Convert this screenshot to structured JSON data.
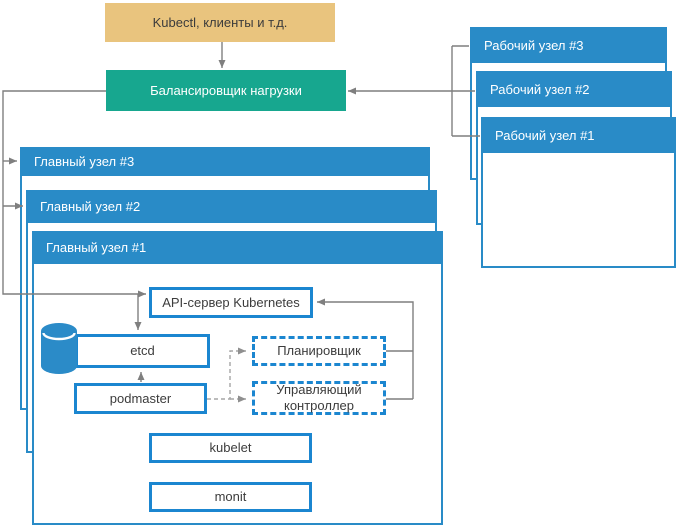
{
  "client": {
    "label": "Kubectl, клиенты и т.д."
  },
  "load_balancer": {
    "label": "Балансировщик нагрузки"
  },
  "masters": [
    {
      "label": "Главный узел #3"
    },
    {
      "label": "Главный узел #2"
    },
    {
      "label": "Главный узел #1"
    }
  ],
  "workers": [
    {
      "label": "Рабочий узел #3"
    },
    {
      "label": "Рабочий узел #2"
    },
    {
      "label": "Рабочий узел #1"
    }
  ],
  "components": {
    "api_server": {
      "label": "API-сервер Kubernetes"
    },
    "etcd": {
      "label": "etcd"
    },
    "podmaster": {
      "label": "podmaster"
    },
    "scheduler": {
      "label": "Планировщик"
    },
    "controller_manager": {
      "label": "Управляющий контроллер"
    },
    "kubelet": {
      "label": "kubelet"
    },
    "monit": {
      "label": "monit"
    }
  },
  "icons": {
    "database": "database-cylinder-icon"
  },
  "colors": {
    "node_blue": "#298BC7",
    "component_border_blue": "#1B86D0",
    "load_balancer_teal": "#17A78F",
    "client_tan": "#E9C47E",
    "connector_gray": "#7F7F7F",
    "dashed_connector_gray": "#A6A6A6",
    "text_dark": "#3C3C3C"
  }
}
